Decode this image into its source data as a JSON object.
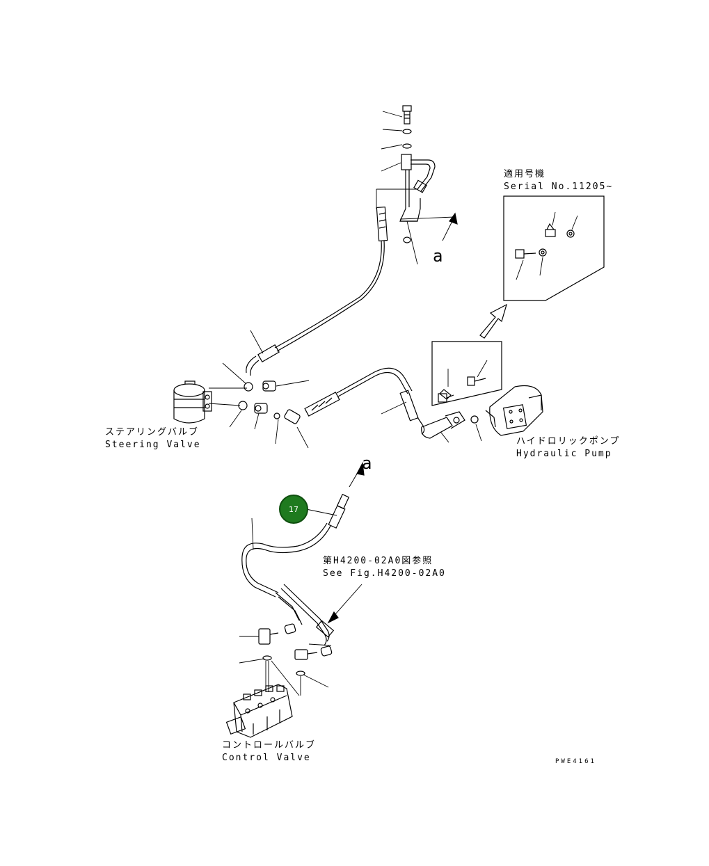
{
  "serial_box": {
    "title": "適用号機",
    "serial": "Serial No.11205~"
  },
  "view_marker": "a",
  "steering_valve": {
    "ja": "ステアリングバルブ",
    "en": "Steering Valve"
  },
  "hydraulic_pump": {
    "ja": "ハイドロリックポンプ",
    "en": "Hydraulic Pump"
  },
  "see_fig": {
    "ja": "第H4200-02A0図参照",
    "en": "See Fig.H4200-02A0"
  },
  "control_valve": {
    "ja": "コントロールバルブ",
    "en": "Control Valve"
  },
  "callout": {
    "number": "17",
    "color": "#1f7a1f"
  },
  "drawing_code": "PWE4161"
}
